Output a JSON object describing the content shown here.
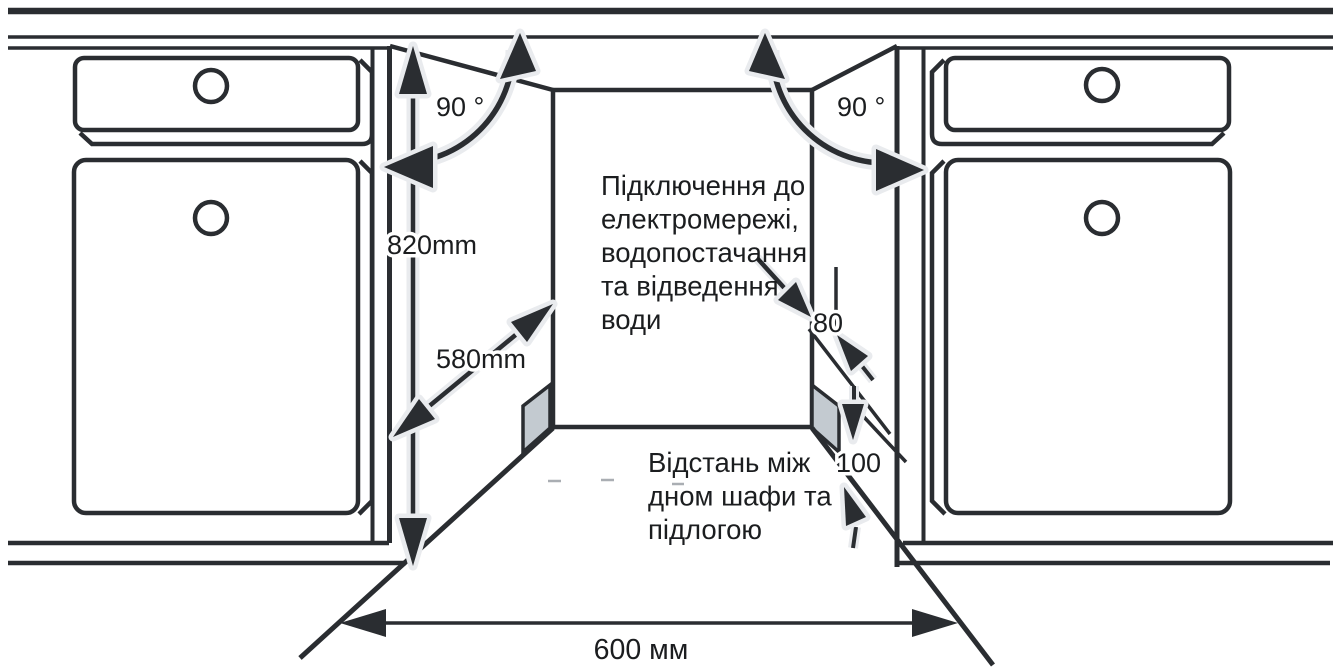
{
  "diagram": {
    "title": "built-in appliance niche installation drawing",
    "labels": {
      "angle_left": "90 °",
      "angle_right": "90 °",
      "niche_height": "820mm",
      "niche_depth": "580mm",
      "niche_width": "600 мм",
      "rear_gap": "80",
      "bottom_gap": "100"
    },
    "values": {
      "niche_height_mm": 820,
      "niche_depth_mm": 580,
      "niche_width_mm": 600,
      "rear_gap_mm": 80,
      "bottom_gap_mm": 100,
      "door_opening_angle_deg": 90
    },
    "annotations": {
      "connection": {
        "lines": [
          "Підключення до",
          "електромережі,",
          "водопостачання",
          "та відведення",
          "води"
        ]
      },
      "floor_gap": {
        "lines": [
          "Відстань між",
          "дном шафи та",
          "підлогою"
        ]
      }
    },
    "colors": {
      "line": "#2a2d31",
      "shade": "#c3cad0",
      "halo": "#e9ebee",
      "background": "#ffffff",
      "text": "#1b1d1f"
    }
  }
}
